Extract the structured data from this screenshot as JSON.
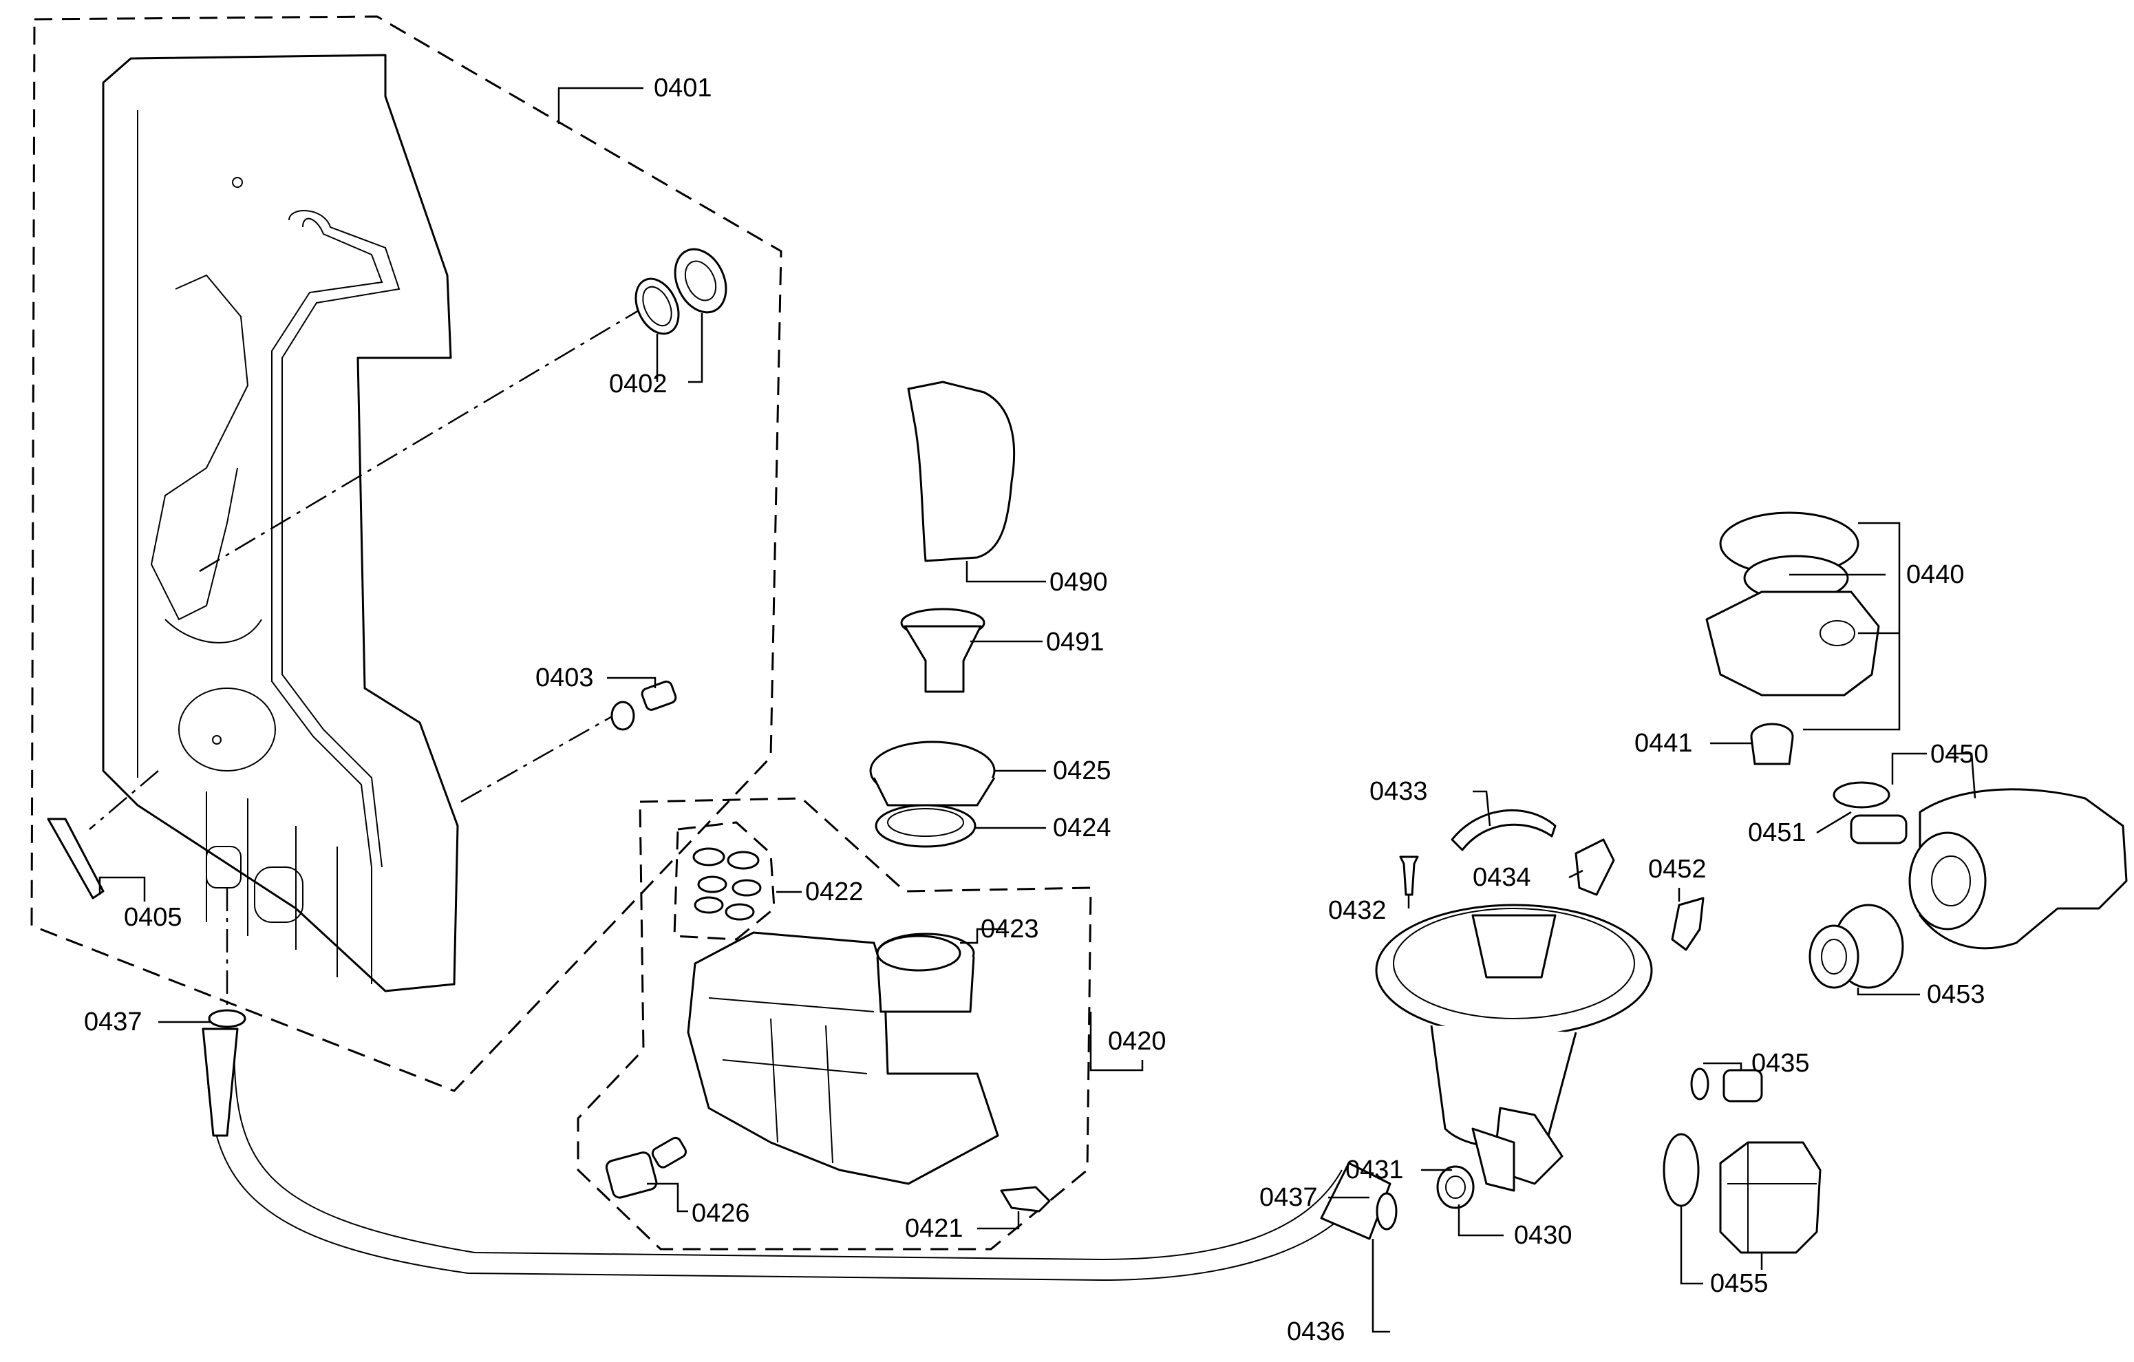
{
  "labels": {
    "p0401": "0401",
    "p0402": "0402",
    "p0403": "0403",
    "p0405": "0405",
    "p0437a": "0437",
    "p0490": "0490",
    "p0491": "0491",
    "p0425": "0425",
    "p0424": "0424",
    "p0422": "0422",
    "p0423": "0423",
    "p0420": "0420",
    "p0426": "0426",
    "p0421": "0421",
    "p0440": "0440",
    "p0441": "0441",
    "p0450": "0450",
    "p0451": "0451",
    "p0433": "0433",
    "p0434": "0434",
    "p0432": "0432",
    "p0452": "0452",
    "p0453": "0453",
    "p0435": "0435",
    "p0431": "0431",
    "p0437b": "0437",
    "p0430": "0430",
    "p0455": "0455",
    "p0436": "0436"
  }
}
